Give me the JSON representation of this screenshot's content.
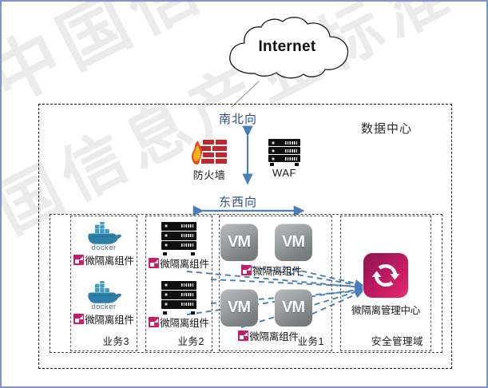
{
  "watermark": {
    "line1": "中国信息产业标准",
    "line2": "中国信息产业标准"
  },
  "cloud": {
    "label": "Internet",
    "icon": "cloud-icon"
  },
  "datacenter": {
    "title": "数据中心",
    "north_south_label": "南北向",
    "east_west_label": "东西向"
  },
  "security_nodes": [
    {
      "id": "firewall",
      "label": "防火墙",
      "icon": "firewall-brick-flame-icon"
    },
    {
      "id": "waf",
      "label": "WAF",
      "icon": "server-rack-icon"
    }
  ],
  "component_label": "微隔离组件",
  "component_badge_icon": "micro-isolation-badge-icon",
  "groups": [
    {
      "id": "g3",
      "name": "业务3",
      "icon": "docker-whale-icon",
      "icon_word": "docker",
      "nodes": [
        {
          "label": "微隔离组件"
        },
        {
          "label": "微隔离组件"
        }
      ]
    },
    {
      "id": "g2",
      "name": "业务2",
      "icon": "server-rack-icon",
      "nodes": [
        {
          "label": "微隔离组件"
        },
        {
          "label": "微隔离组件"
        }
      ]
    },
    {
      "id": "g1",
      "name": "业务1",
      "icon": "vm-tile-icon",
      "vm_label": "VM",
      "nodes": [
        {
          "label": "微隔离组件"
        },
        {
          "label": "微隔离组件"
        }
      ]
    }
  ],
  "security_domain": {
    "name": "安全管理域",
    "center_label": "微隔离管理中心",
    "center_icon": "sync-arrows-icon"
  },
  "colors": {
    "accent_blue": "#4a7ebb",
    "label_blue": "#2f4e8f",
    "magenta": "#c0196e",
    "crimson": "#d21f66",
    "brick_red": "#c1272d",
    "frame_border": "#7d95cc",
    "watermark_gray": "#ebebeb"
  }
}
